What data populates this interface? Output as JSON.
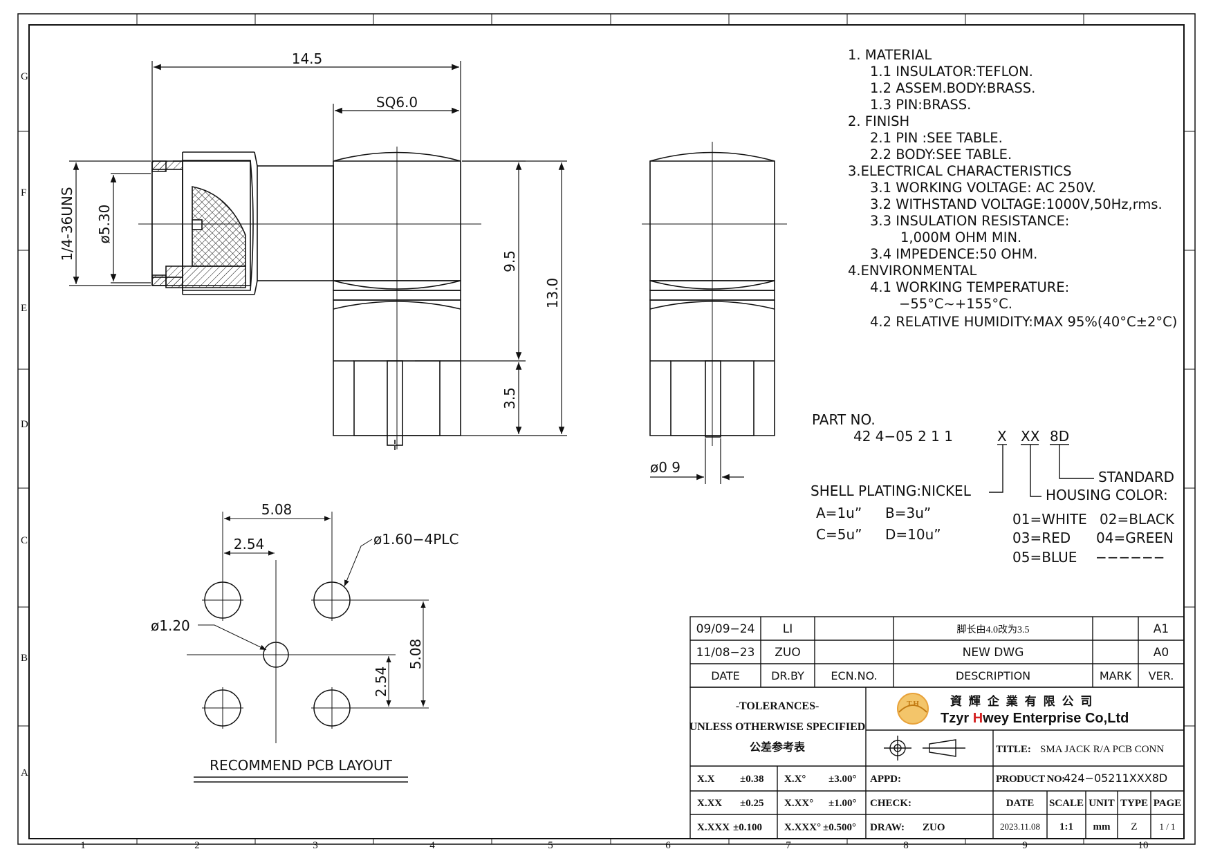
{
  "frame": {
    "row_letters": [
      "G",
      "F",
      "E",
      "D",
      "C",
      "B",
      "A"
    ],
    "column_numbers": [
      "1",
      "2",
      "3",
      "4",
      "5",
      "6",
      "7",
      "8",
      "9",
      "10"
    ]
  },
  "dimensions": {
    "overall_length": "14.5",
    "square": "SQ6.0",
    "thread": "1/4-36UNS",
    "body_diameter": "ø5.30",
    "body_height": "9.5",
    "overall_height": "13.0",
    "pin_length": "3.5",
    "pin_diameter": "ø0 9"
  },
  "notes": [
    "1.  MATERIAL",
    "1.1  INSULATOR:TEFLON.",
    "1.2  ASSEM.BODY:BRASS.",
    "1.3  PIN:BRASS.",
    "2.  FINISH",
    "2.1  PIN  :SEE  TABLE.",
    "2.2  BODY:SEE  TABLE.",
    "3.ELECTRICAL  CHARACTERISTICS",
    "3.1  WORKING  VOLTAGE:  AC  250V.",
    "3.2  WITHSTAND  VOLTAGE:1000V,50Hz,rms.",
    "3.3  INSULATION  RESISTANCE:",
    "1,000M  OHM  MIN.",
    "3.4  IMPEDENCE:50  OHM.",
    "4.ENVIRONMENTAL",
    "4.1  WORKING  TEMPERATURE:",
    "−55°C∼+155°C.",
    "4.2  RELATIVE  HUMIDITY:MAX  95%(40°C±2°C)"
  ],
  "part_number": {
    "heading": "PART  NO.",
    "code": "42  4−05  2  1  1",
    "x": "X",
    "xx": "XX",
    "suffix": "8D",
    "standard": "STANDARD",
    "shell_plating": "SHELL  PLATING:NICKEL",
    "plating_a": "A=1u”",
    "plating_b": "B=3u”",
    "plating_c": "C=5u”",
    "plating_d": "D=10u”",
    "housing_color": "HOUSING  COLOR:",
    "color_01": "01=WHITE",
    "color_02": "02=BLACK",
    "color_03": "03=RED",
    "color_04": "04=GREEN",
    "color_05": "05=BLUE",
    "color_dashes": "−−−−−−"
  },
  "pcb_layout": {
    "pitch": "5.08",
    "half_pitch": "2.54",
    "hole_ground": "ø1.60−4PLC",
    "hole_center": "ø1.20",
    "vertical_pitch": "5.08",
    "vertical_half_pitch": "2.54",
    "caption": "RECOMMEND  PCB  LAYOUT"
  },
  "revisions": {
    "rows": [
      {
        "date": "09/09−24",
        "by": "LI",
        "ecn": "",
        "description": "脚长由4.0改为3.5",
        "mark": "",
        "ver": "A1"
      },
      {
        "date": "11/08−23",
        "by": "ZUO",
        "ecn": "",
        "description": "NEW  DWG",
        "mark": "",
        "ver": "A0"
      }
    ],
    "headers": {
      "date": "DATE",
      "by": "DR.BY",
      "ecn": "ECN.NO.",
      "description": "DESCRIPTION",
      "mark": "MARK",
      "ver": "VER."
    }
  },
  "title_block": {
    "tolerances_title": "-TOLERANCES-",
    "tolerances_sub": "UNLESS OTHERWISE SPECIFIED",
    "tolerances_cn": "公差参考表",
    "company_cn": "資 輝 企 業 有 限 公 司",
    "company_en_1": "Tzyr ",
    "company_en_h": "H",
    "company_en_2": "wey Enterprise Co,Ltd",
    "logo_text": "T.H",
    "tol_rows": [
      {
        "f1": "X.X",
        "v1": "±0.38",
        "f2": "X.X°",
        "v2": "±3.00°"
      },
      {
        "f1": "X.XX",
        "v1": "±0.25",
        "f2": "X.XX°",
        "v2": "±1.00°"
      },
      {
        "f1": "X.XXX",
        "v1": "±0.100",
        "f2": "X.XXX°",
        "v2": "±0.500°"
      }
    ],
    "title_label": "TITLE:",
    "title_value": "SMA JACK R/A PCB CONN",
    "appd_label": "APPD:",
    "check_label": "CHECK:",
    "draw_label": "DRAW:",
    "draw_value": "ZUO",
    "product_label": "PRODUCT NO:",
    "product_value": "424−05211XXX8D",
    "date_label": "DATE",
    "scale_label": "SCALE",
    "unit_label": "UNIT",
    "type_label": "TYPE",
    "page_label": "PAGE",
    "date_value": "2023.11.08",
    "scale_value": "1:1",
    "unit_value": "mm",
    "type_value": "Z",
    "page_value": "1 / 1"
  },
  "colors": {
    "line": "#111111",
    "logo_orange": "#e8a23a",
    "logo_red": "#d42020"
  }
}
